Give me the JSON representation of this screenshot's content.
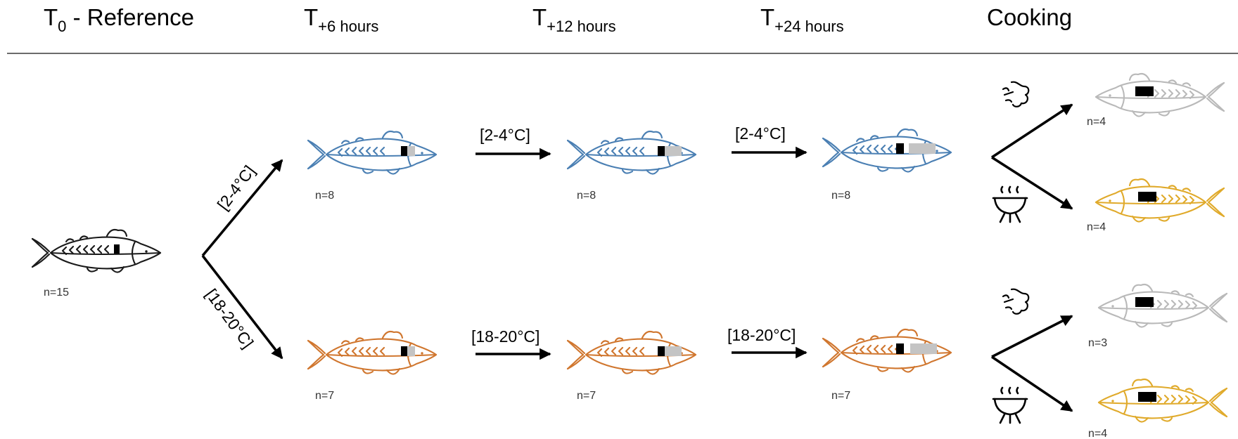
{
  "header": {
    "t0": {
      "main": "T",
      "sub": "0",
      "rest": " - Reference"
    },
    "t6": {
      "main": "T",
      "sub": "+6 hours"
    },
    "t12": {
      "main": "T",
      "sub": "+12 hours"
    },
    "t24": {
      "main": "T",
      "sub": "+24 hours"
    },
    "cooking": "Cooking"
  },
  "reference": {
    "count": "n=15",
    "color": "#1a1a1a"
  },
  "cold": {
    "branch_label": "[2-4°C]",
    "step_label_1": "[2-4°C]",
    "step_label_2": "[2-4°C]",
    "color": "#4a7fb3",
    "count_6": "n=8",
    "count_12": "n=8",
    "count_24": "n=8",
    "steamed_count": "n=4",
    "grilled_count": "n=4"
  },
  "warm": {
    "branch_label": "[18-20°C]",
    "step_label_1": "[18-20°C]",
    "step_label_2": "[18-20°C]",
    "color": "#d0762e",
    "count_6": "n=7",
    "count_12": "n=7",
    "count_24": "n=7",
    "steamed_count": "n=3",
    "grilled_count": "n=4"
  },
  "cooked_colors": {
    "steamed": "#b9b9b9",
    "grilled": "#e0aa2b"
  },
  "icons": [
    "fish-icon",
    "steam-icon",
    "grill-icon",
    "arrow-icon"
  ]
}
